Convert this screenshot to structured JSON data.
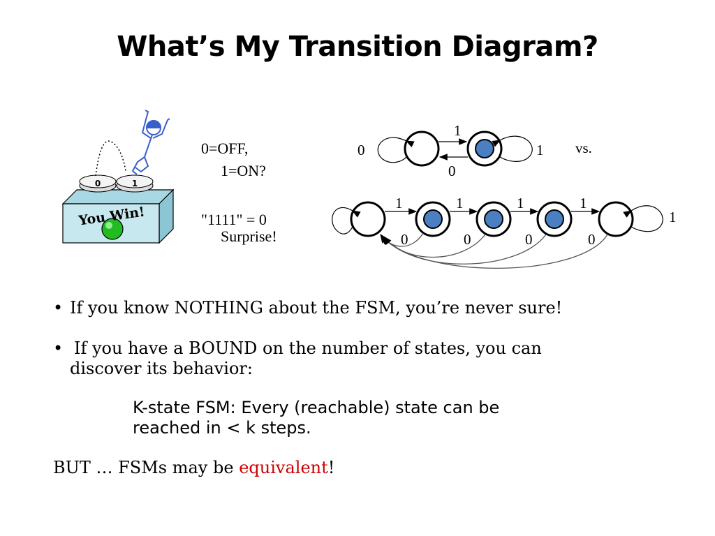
{
  "slide": {
    "title": "What’s My Transition Diagram?",
    "box_text": "You Win!",
    "button_left": "0",
    "button_right": "1",
    "legend_line1": "0=OFF,",
    "legend_line2": "1=ON?",
    "surprise_line1": "\"1111\" =  0",
    "surprise_line2": "Surprise!",
    "vs_label": "vs.",
    "top_fsm": {
      "self_loop_left": "0",
      "top_arrow": "1",
      "bottom_arrow": "0",
      "self_loop_right": "1"
    },
    "bottom_fsm": {
      "forward_labels": [
        "1",
        "1",
        "1",
        "1"
      ],
      "back_labels": [
        "0",
        "0",
        "0",
        "0"
      ],
      "self_loop_right": "1"
    },
    "bullet1": "If you know NOTHING about the FSM, you’re never sure!",
    "bullet2_line1": "If you have a BOUND on the number of states, you can",
    "bullet2_line2": "discover its behavior:",
    "kstate_line1": "K-state FSM: Every (reachable) state can be",
    "kstate_line2": "reached in < k steps.",
    "but_prefix": "BUT … FSMs may be ",
    "but_highlight": "equivalent",
    "but_suffix": "!",
    "colors": {
      "filled_state": "#4a7fc1",
      "box_front": "#c8e8ef",
      "box_top": "#a8d8e4",
      "green_ball": "#22bb22",
      "highlight_red": "#cc0000"
    }
  }
}
